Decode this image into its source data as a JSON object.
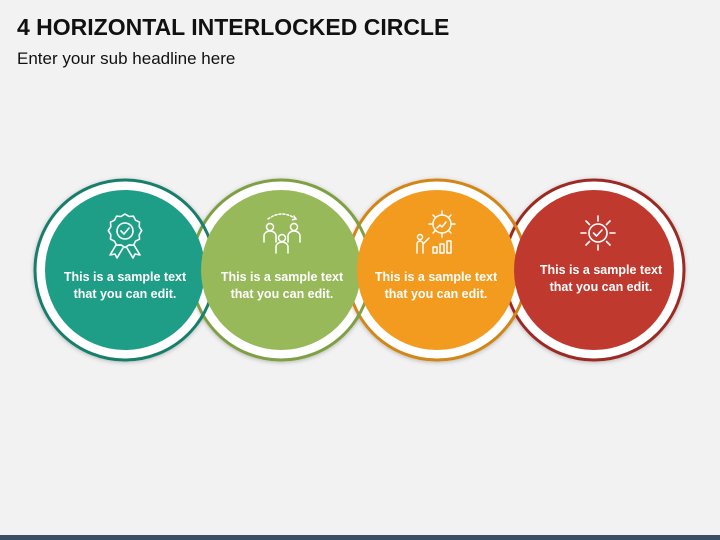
{
  "header": {
    "title": "4 HORIZONTAL INTERLOCKED CIRCLE",
    "subtitle": "Enter your sub headline here"
  },
  "circles": [
    {
      "text": "This is a sample text that you can edit.",
      "fill": "#1e9e86",
      "ring": "#177f6c",
      "icon": "award-badge-icon"
    },
    {
      "text": "This is a sample text that you can edit.",
      "fill": "#97b95a",
      "ring": "#7fa043",
      "icon": "team-people-icon"
    },
    {
      "text": "This is a sample text that you can edit.",
      "fill": "#f39b1f",
      "ring": "#d38516",
      "icon": "growth-presentation-icon"
    },
    {
      "text": "This is a sample text that you can edit.",
      "fill": "#c0392f",
      "ring": "#9c2a22",
      "icon": "sun-check-icon"
    }
  ],
  "colors": {
    "background": "#f2f2f2",
    "bottom_bar": "#3b4f63"
  }
}
